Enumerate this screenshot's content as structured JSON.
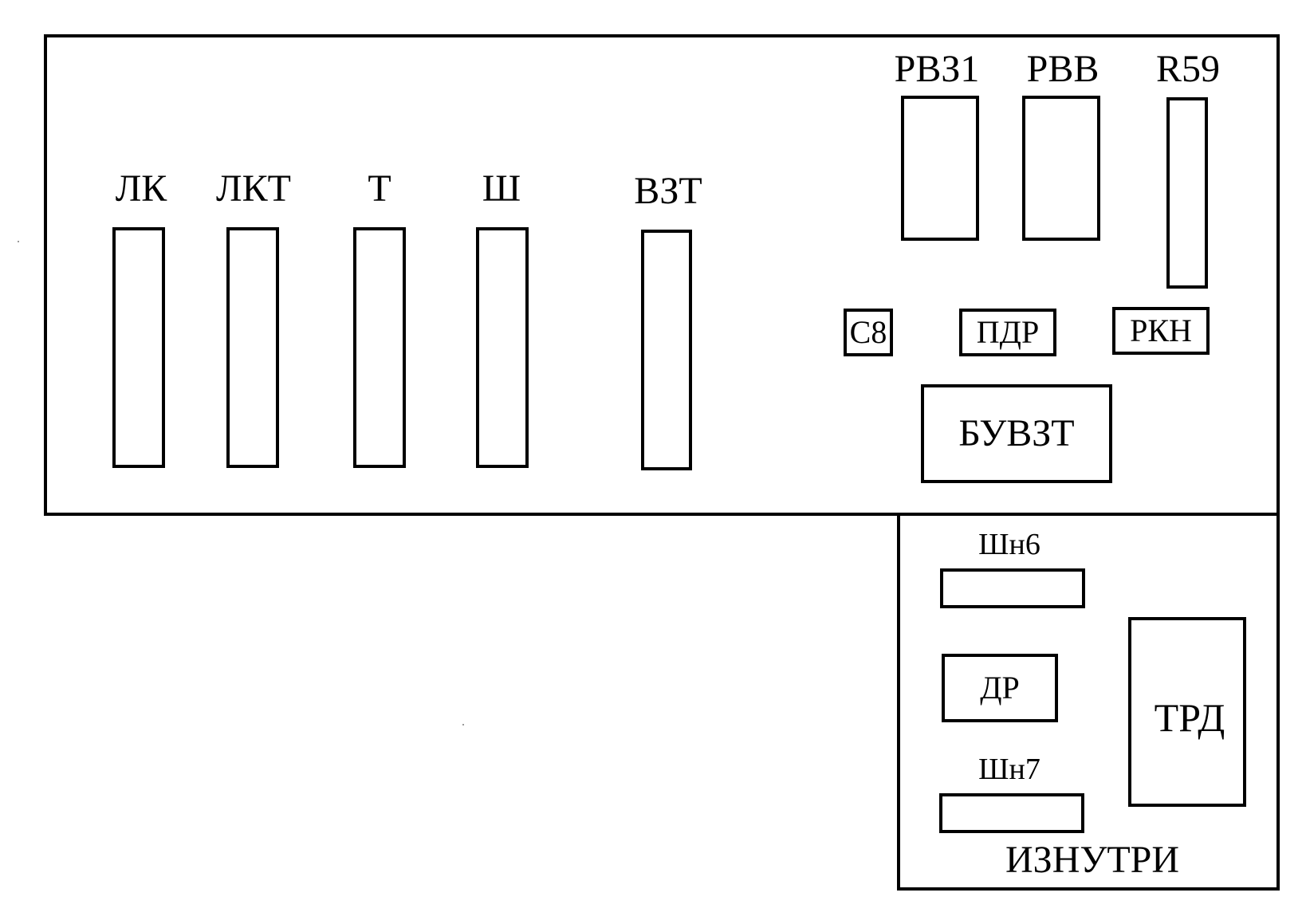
{
  "diagram": {
    "columns": {
      "lk": "ЛК",
      "lkt": "ЛКТ",
      "t": "Т",
      "sh": "Ш",
      "vzt": "ВЗТ"
    },
    "relays_top": {
      "rvz1": "РВЗ1",
      "rvv": "РВВ",
      "r59": "R59"
    },
    "small_units": {
      "c8": "С8",
      "pdr": "ПДР",
      "rkn": "РКН"
    },
    "control_block": "БУВЗТ",
    "inside_section": {
      "shn6": "Шн6",
      "dr": "ДР",
      "shn7": "Шн7",
      "trd": "ТРД",
      "title": "ИЗНУТРИ"
    },
    "colors": {
      "stroke": "#000000",
      "background": "#ffffff"
    }
  }
}
